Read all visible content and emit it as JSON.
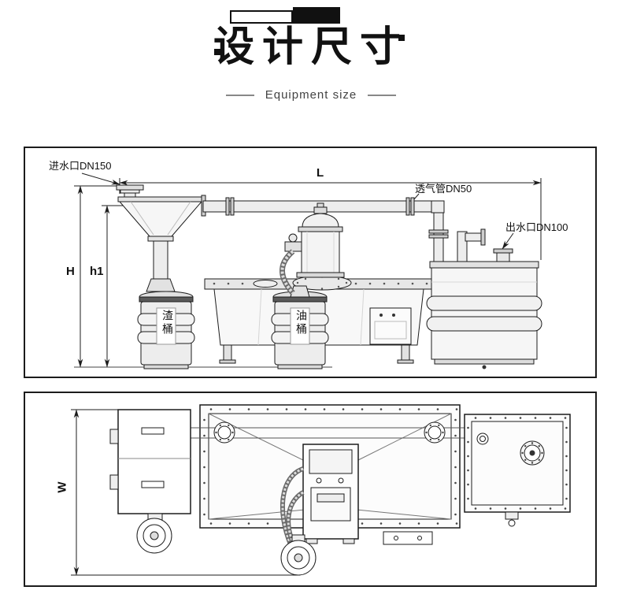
{
  "title": {
    "main": "设计尺寸",
    "subtitle": "Equipment size"
  },
  "elevation": {
    "inlet_label": "进水口DN150",
    "length_label": "L",
    "vent_label": "透气管DN50",
    "outlet_label": "出水口DN100",
    "height_label": "H",
    "height1_label": "h1",
    "slag_bucket_label": "渣桶",
    "oil_bucket_label": "油桶"
  },
  "plan": {
    "width_label": "W"
  },
  "colors": {
    "ink": "#1c1c1c",
    "fill_light": "#f2f2f2",
    "band_dark": "#5a5a5a"
  }
}
